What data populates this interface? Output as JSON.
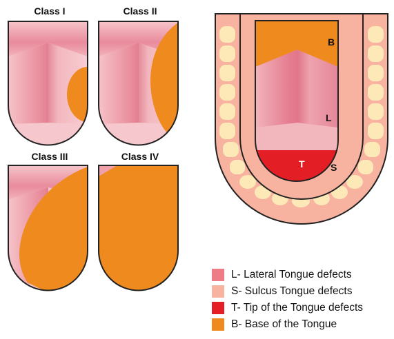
{
  "classes": {
    "class1": "Class I",
    "class2": "Class II",
    "class3": "Class III",
    "class4": "Class IV"
  },
  "region_labels": {
    "base": "B",
    "lateral": "L",
    "tip": "T",
    "sulcus": "S"
  },
  "legend": [
    {
      "label": "L- Lateral Tongue defects",
      "color": "#ee7b86"
    },
    {
      "label": "S- Sulcus Tongue defects",
      "color": "#f7b2a0"
    },
    {
      "label": "T- Tip of the Tongue defects",
      "color": "#e31e24"
    },
    {
      "label": "B- Base of the Tongue",
      "color": "#ef8a1e"
    }
  ],
  "colors": {
    "base_orange": "#ef8a1e",
    "tongue_pink": "#f4b6bd",
    "tongue_dark": "#e58a9a",
    "tip_red": "#e31e24",
    "teeth": "#fde8b8",
    "gum": "#f7b2a0",
    "outline": "#222222"
  }
}
